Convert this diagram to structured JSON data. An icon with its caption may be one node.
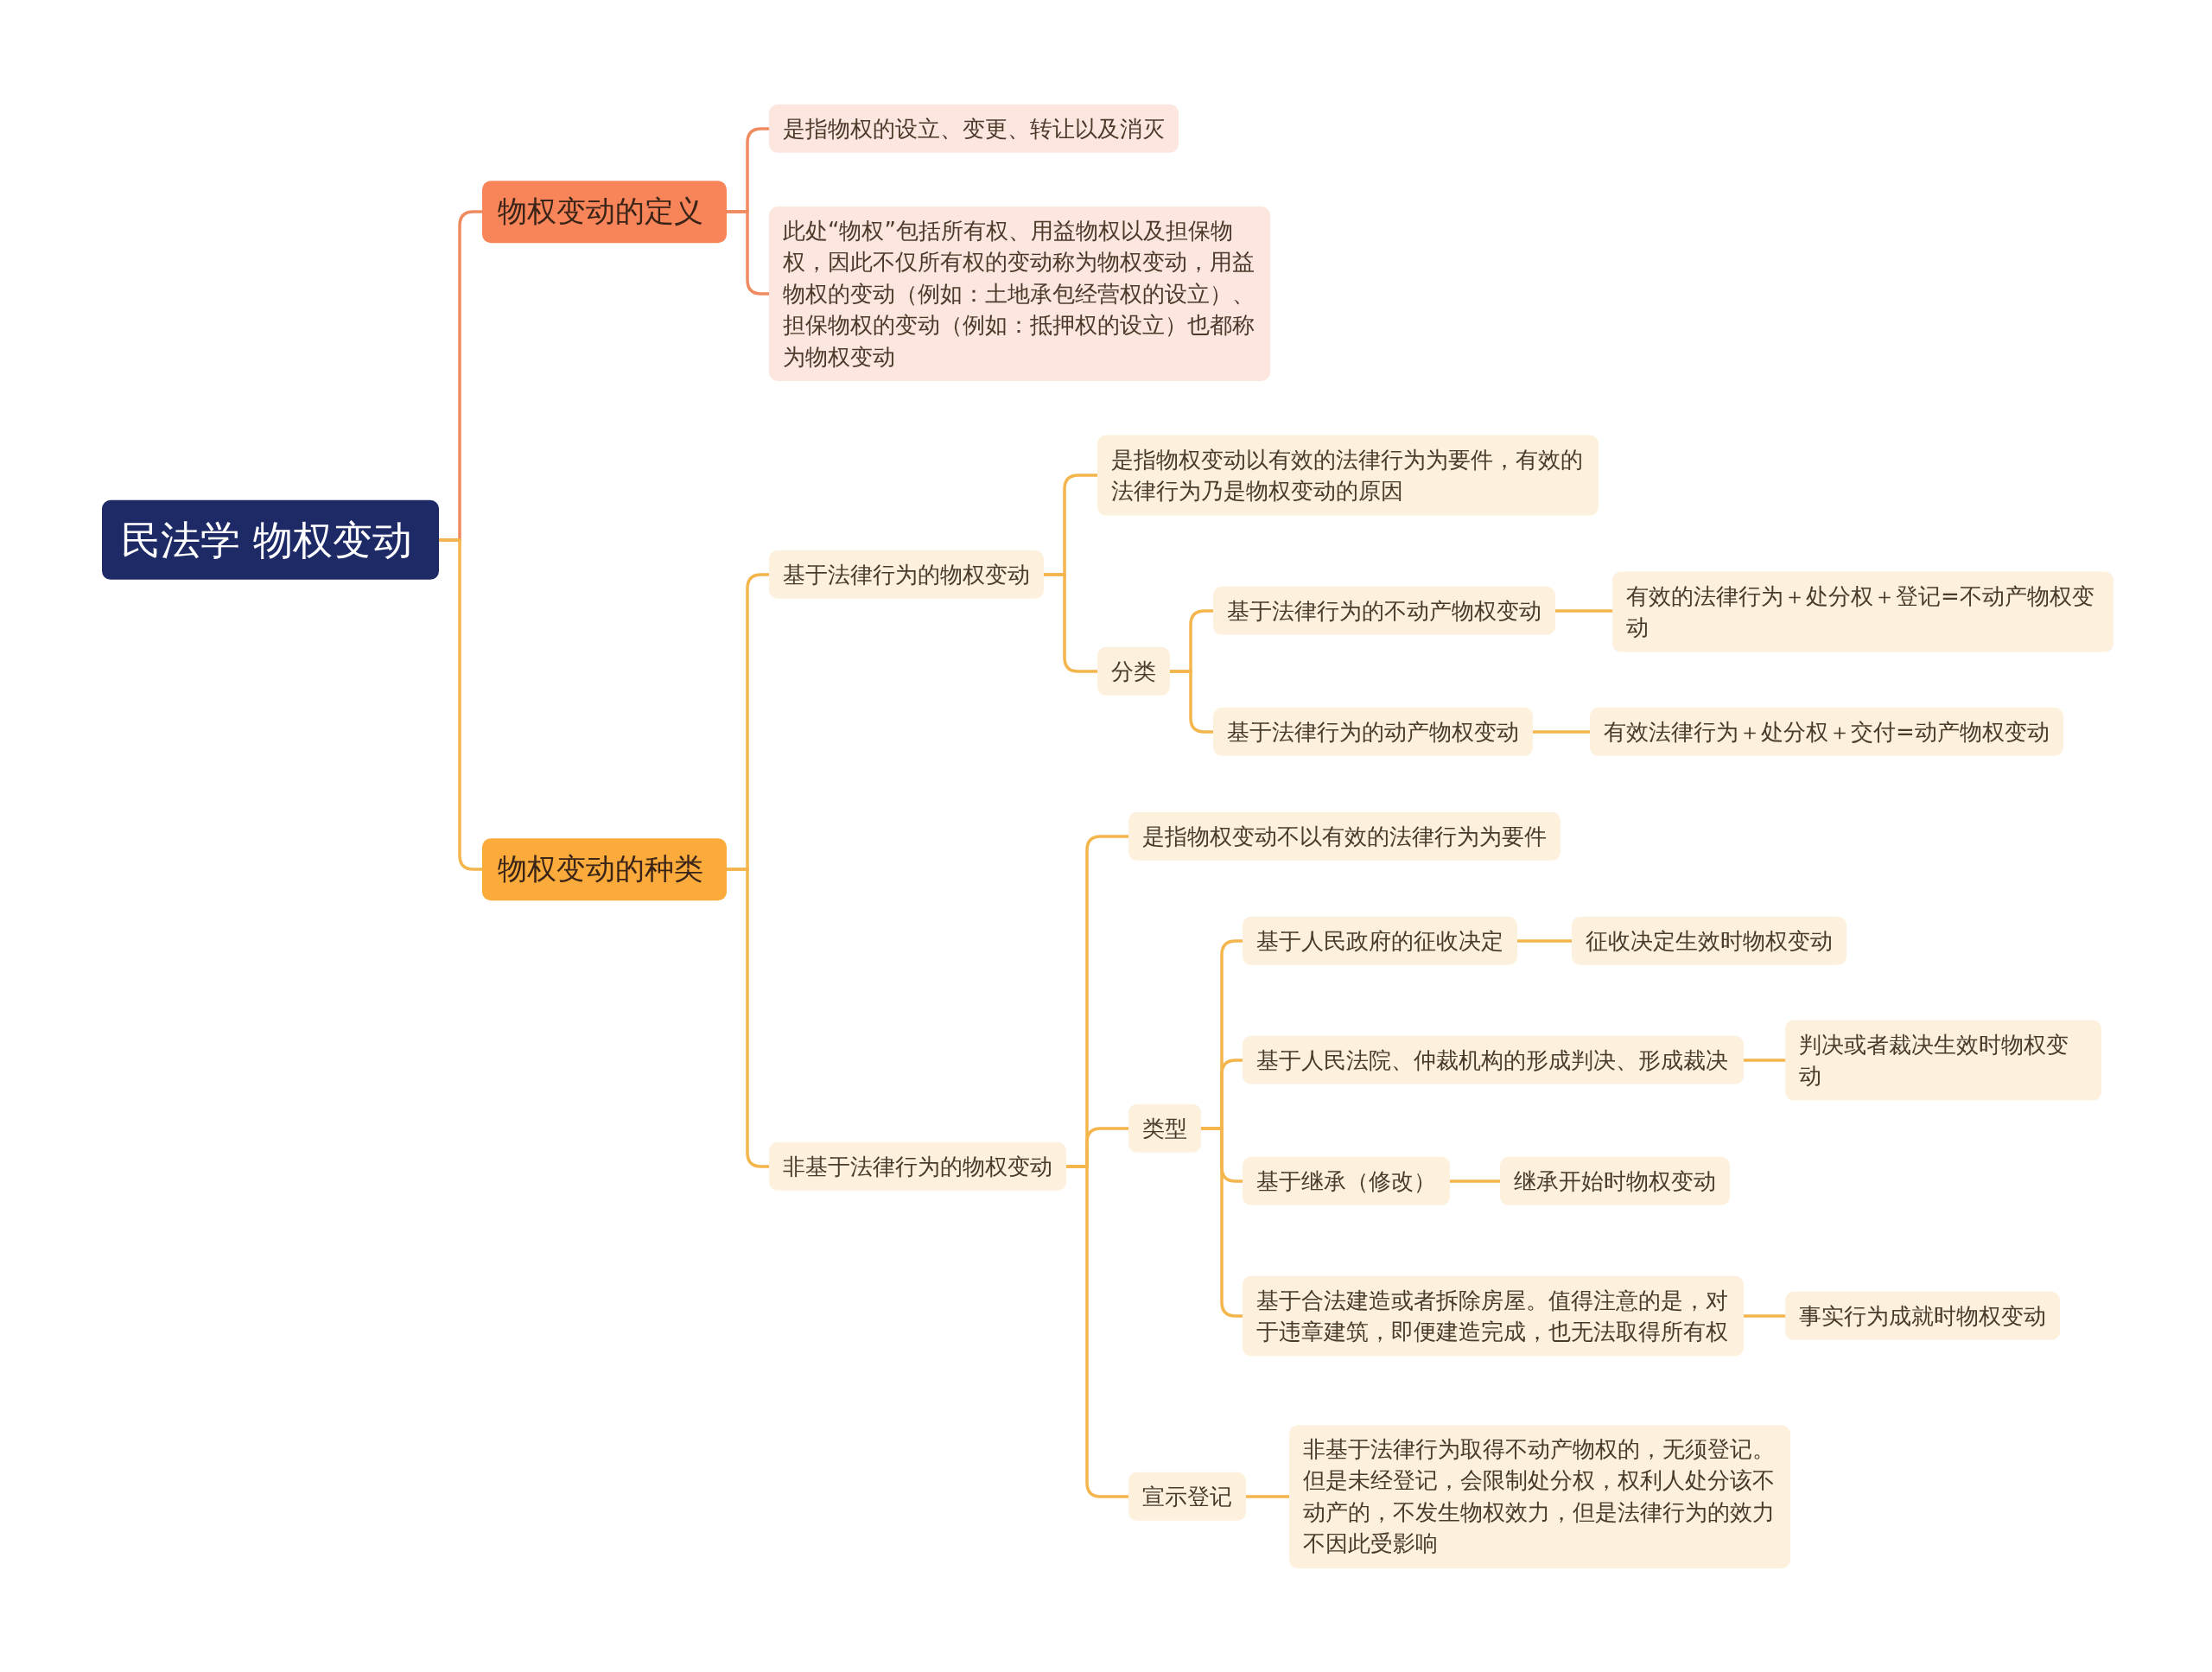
{
  "diagram": {
    "nodes": [
      {
        "text": [
          "民法学 物权变动"
        ]
      },
      {
        "text": [
          "物权变动的定义"
        ]
      },
      {
        "text": [
          "是指物权的设立、变更、转让以及消灭"
        ]
      },
      {
        "text": [
          "此处“物权”包括所有权、用益物权以及担保物权，因此不仅所有权的变动称为物权变动，用益物权的变动（例如：土地承包经营权的设立）、担保物权的变动（例如：抵押权的设立）也都称为物权变动"
        ]
      },
      {
        "text": [
          "物权变动的种类"
        ]
      },
      {
        "text": [
          "基于法律行为的物权变动"
        ]
      },
      {
        "text": [
          "是指物权变动以有效的法律行为为要件，有效的法律行为乃是物权变动的原因"
        ]
      },
      {
        "text": [
          "分类"
        ]
      },
      {
        "text": [
          "基于法律行为的不动产物权变动"
        ]
      },
      {
        "text": [
          "有效的法律行为＋处分权＋登记=不动产物权变动"
        ]
      },
      {
        "text": [
          "基于法律行为的动产物权变动"
        ]
      },
      {
        "text": [
          "有效法律行为＋处分权＋交付=动产物权变动"
        ]
      },
      {
        "text": [
          "非基于法律行为的物权变动"
        ]
      },
      {
        "text": [
          "是指物权变动不以有效的法律行为为要件"
        ]
      },
      {
        "text": [
          "类型"
        ]
      },
      {
        "text": [
          "基于人民政府的征收决定"
        ]
      },
      {
        "text": [
          "征收决定生效时物权变动"
        ]
      },
      {
        "text": [
          "基于人民法院、仲裁机构的形成判决、形成裁决"
        ]
      },
      {
        "text": [
          "判决或者裁决生效时物权变动"
        ]
      },
      {
        "text": [
          "基于继承（修改）"
        ]
      },
      {
        "text": [
          "继承开始时物权变动"
        ]
      },
      {
        "text": [
          "基于合法建造或者拆除房屋。值得注意的是，对于违章建筑，即便建造完成，也无法取得所有权"
        ]
      },
      {
        "text": [
          "事实行为成就时物权变动"
        ]
      },
      {
        "text": [
          "宣示登记"
        ]
      },
      {
        "text": [
          "非基于法律行为取得不动产物权的，无须登记。但是未经登记，会限制处分权，权利人处分该不动产的，不发生物权效力，但是法律行为的效力不因此受影响"
        ]
      }
    ],
    "edges": [
      {
        "from": 0,
        "to": 1,
        "arrow": "none",
        "color": "#f08a60"
      },
      {
        "from": 1,
        "to": 2,
        "arrow": "none",
        "color": "#f08a60"
      },
      {
        "from": 1,
        "to": 3,
        "arrow": "none",
        "color": "#f08a60"
      },
      {
        "from": 0,
        "to": 4,
        "arrow": "none"
      },
      {
        "from": 4,
        "to": 5,
        "arrow": "none"
      },
      {
        "from": 5,
        "to": 6,
        "arrow": "none"
      },
      {
        "from": 5,
        "to": 7,
        "arrow": "none"
      },
      {
        "from": 7,
        "to": 8,
        "arrow": "none"
      },
      {
        "from": 8,
        "to": 9,
        "arrow": "none"
      },
      {
        "from": 7,
        "to": 10,
        "arrow": "none"
      },
      {
        "from": 10,
        "to": 11,
        "arrow": "none"
      },
      {
        "from": 4,
        "to": 12,
        "arrow": "none"
      },
      {
        "from": 12,
        "to": 13,
        "arrow": "none"
      },
      {
        "from": 12,
        "to": 14,
        "arrow": "none"
      },
      {
        "from": 14,
        "to": 15,
        "arrow": "none"
      },
      {
        "from": 15,
        "to": 16,
        "arrow": "none"
      },
      {
        "from": 14,
        "to": 17,
        "arrow": "none"
      },
      {
        "from": 17,
        "to": 18,
        "arrow": "none"
      },
      {
        "from": 14,
        "to": 19,
        "arrow": "none"
      },
      {
        "from": 19,
        "to": 20,
        "arrow": "none"
      },
      {
        "from": 14,
        "to": 21,
        "arrow": "none"
      },
      {
        "from": 21,
        "to": 22,
        "arrow": "none"
      },
      {
        "from": 12,
        "to": 23,
        "arrow": "none"
      },
      {
        "from": 23,
        "to": 24,
        "arrow": "none"
      }
    ]
  }
}
